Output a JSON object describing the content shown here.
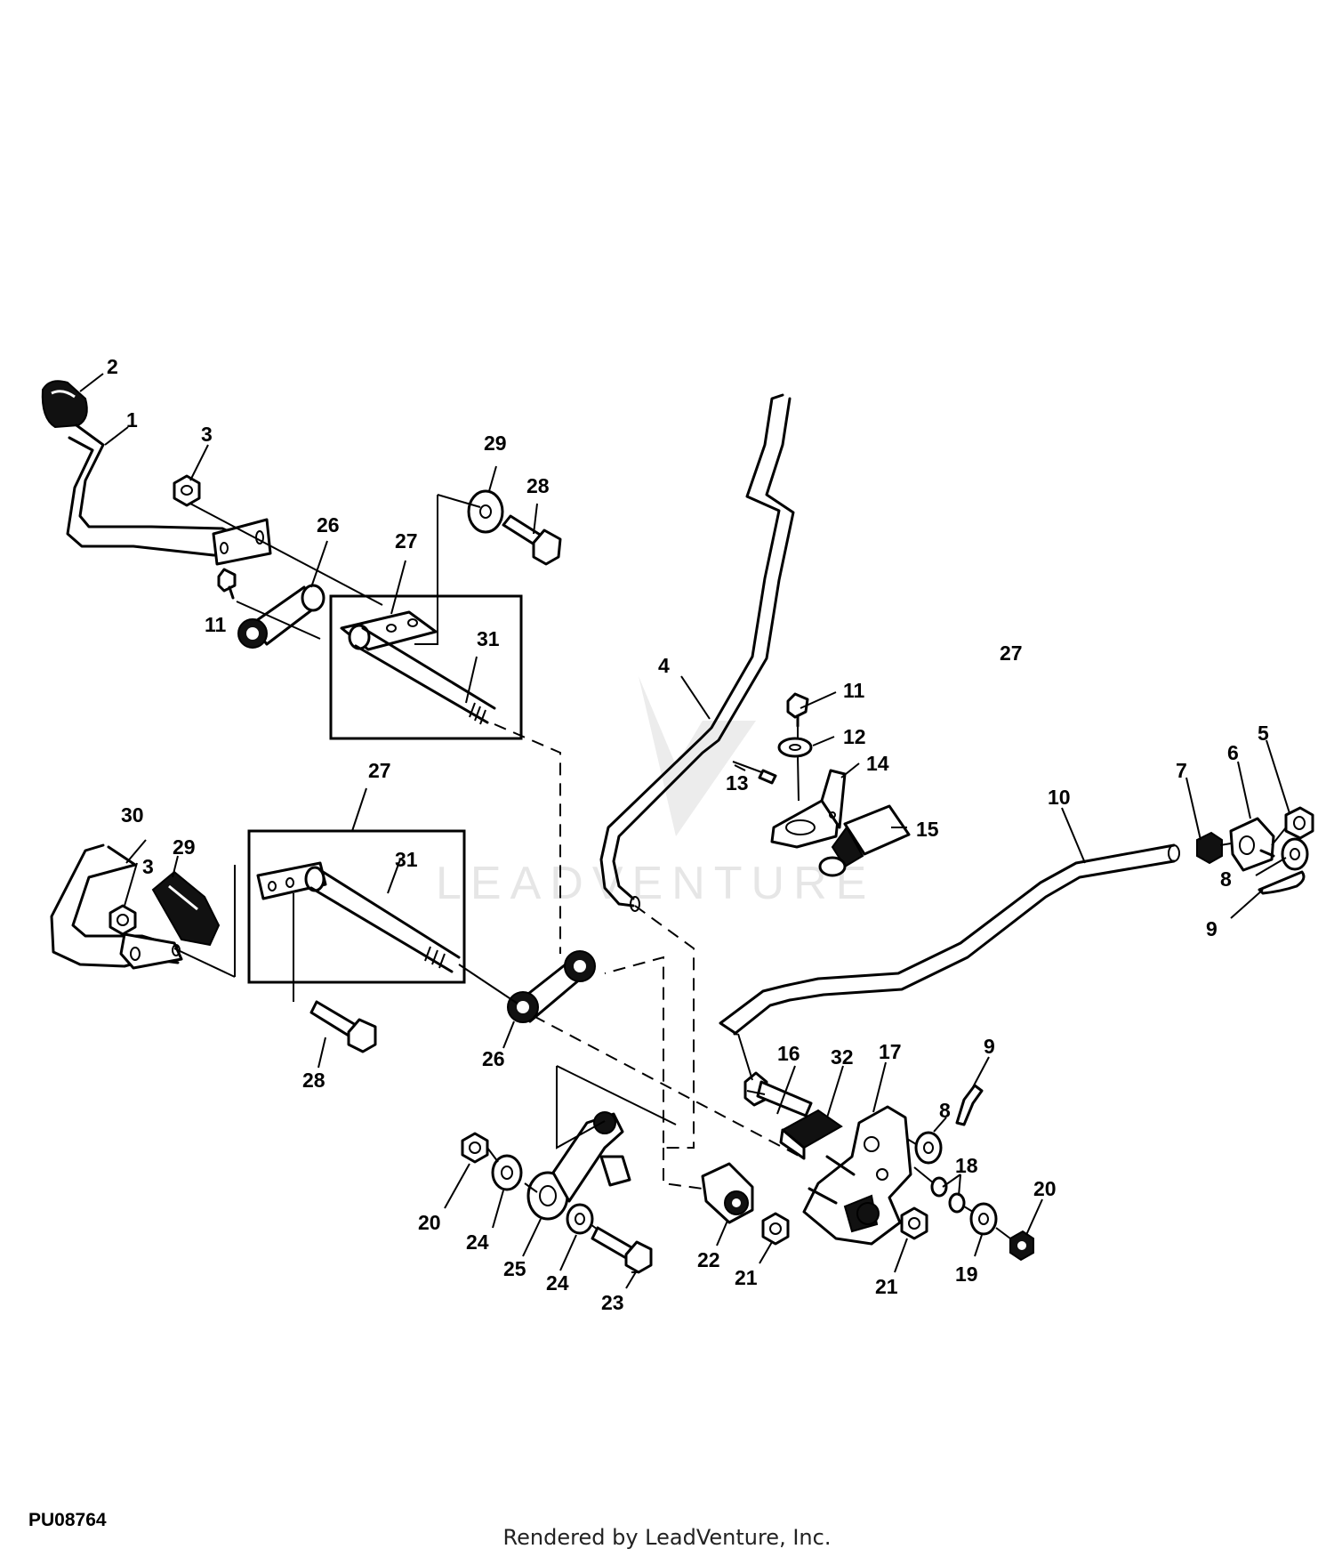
{
  "diagram": {
    "drawing_id": "PU08764",
    "credit": "Rendered by LeadVenture, Inc.",
    "watermark": "LEADVENTURE",
    "callouts": [
      {
        "key": "c1",
        "text": "1"
      },
      {
        "key": "c2",
        "text": "2"
      },
      {
        "key": "c3a",
        "text": "3"
      },
      {
        "key": "c3b",
        "text": "3"
      },
      {
        "key": "c4",
        "text": "4"
      },
      {
        "key": "c5",
        "text": "5"
      },
      {
        "key": "c6",
        "text": "6"
      },
      {
        "key": "c7",
        "text": "7"
      },
      {
        "key": "c8a",
        "text": "8"
      },
      {
        "key": "c8b",
        "text": "8"
      },
      {
        "key": "c9a",
        "text": "9"
      },
      {
        "key": "c9b",
        "text": "9"
      },
      {
        "key": "c10",
        "text": "10"
      },
      {
        "key": "c11a",
        "text": "11"
      },
      {
        "key": "c11b",
        "text": "11"
      },
      {
        "key": "c12",
        "text": "12"
      },
      {
        "key": "c13",
        "text": "13"
      },
      {
        "key": "c14",
        "text": "14"
      },
      {
        "key": "c15",
        "text": "15"
      },
      {
        "key": "c16",
        "text": "16"
      },
      {
        "key": "c17",
        "text": "17"
      },
      {
        "key": "c18",
        "text": "18"
      },
      {
        "key": "c19",
        "text": "19"
      },
      {
        "key": "c20a",
        "text": "20"
      },
      {
        "key": "c20b",
        "text": "20"
      },
      {
        "key": "c21a",
        "text": "21"
      },
      {
        "key": "c21b",
        "text": "21"
      },
      {
        "key": "c22",
        "text": "22"
      },
      {
        "key": "c23",
        "text": "23"
      },
      {
        "key": "c24a",
        "text": "24"
      },
      {
        "key": "c24b",
        "text": "24"
      },
      {
        "key": "c25",
        "text": "25"
      },
      {
        "key": "c26a",
        "text": "26"
      },
      {
        "key": "c26b",
        "text": "26"
      },
      {
        "key": "c27a",
        "text": "27"
      },
      {
        "key": "c27b",
        "text": "27"
      },
      {
        "key": "c27c",
        "text": "27"
      },
      {
        "key": "c28a",
        "text": "28"
      },
      {
        "key": "c28b",
        "text": "28"
      },
      {
        "key": "c29a",
        "text": "29"
      },
      {
        "key": "c29b",
        "text": "29"
      },
      {
        "key": "c30",
        "text": "30"
      },
      {
        "key": "c31a",
        "text": "31"
      },
      {
        "key": "c31b",
        "text": "31"
      },
      {
        "key": "c32",
        "text": "32"
      }
    ]
  }
}
